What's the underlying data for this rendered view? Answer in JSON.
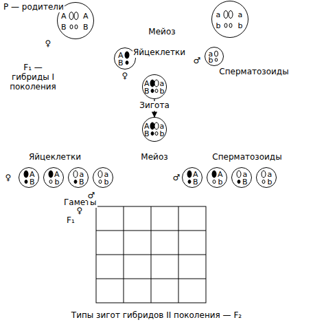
{
  "diagram": {
    "caption": "Типы зигот гибридов II поколения — F₂",
    "nodes": [
      {
        "text": [
          "A",
          "A",
          "B",
          "B"
        ]
      },
      {
        "text": [
          "a",
          "a",
          "b",
          "b"
        ]
      },
      {
        "text": [
          "A",
          "B"
        ]
      },
      {
        "text": [
          "a",
          "b"
        ]
      },
      {
        "text": [
          "A",
          "a",
          "B",
          "b"
        ]
      },
      {
        "text": [
          "A",
          "a",
          "B",
          "b"
        ]
      },
      {
        "text": [
          "A",
          "B"
        ]
      },
      {
        "text": [
          "A",
          "b"
        ]
      },
      {
        "text": [
          "a",
          "B"
        ]
      },
      {
        "text": [
          "a",
          "b"
        ]
      },
      {
        "text": [
          "A",
          "B"
        ]
      },
      {
        "text": [
          "A",
          "b"
        ]
      },
      {
        "text": [
          "a",
          "B"
        ]
      },
      {
        "text": [
          "a",
          "b"
        ]
      }
    ],
    "edges": [
      {
        "from": 4,
        "to": 5,
        "arrow": "to"
      }
    ],
    "labels": [
      "P — родители",
      "♀",
      "Мейоз",
      "Яйцеклетки",
      "♀",
      "Сперматозоиды",
      "♂",
      "F₁ — гибриды I поколения",
      "Зигота",
      "Яйцеклетки",
      "Мейоз",
      "Сперматозоиды",
      "♀",
      "♂",
      "Гаметы",
      "♂",
      "♀",
      "F₁"
    ]
  }
}
